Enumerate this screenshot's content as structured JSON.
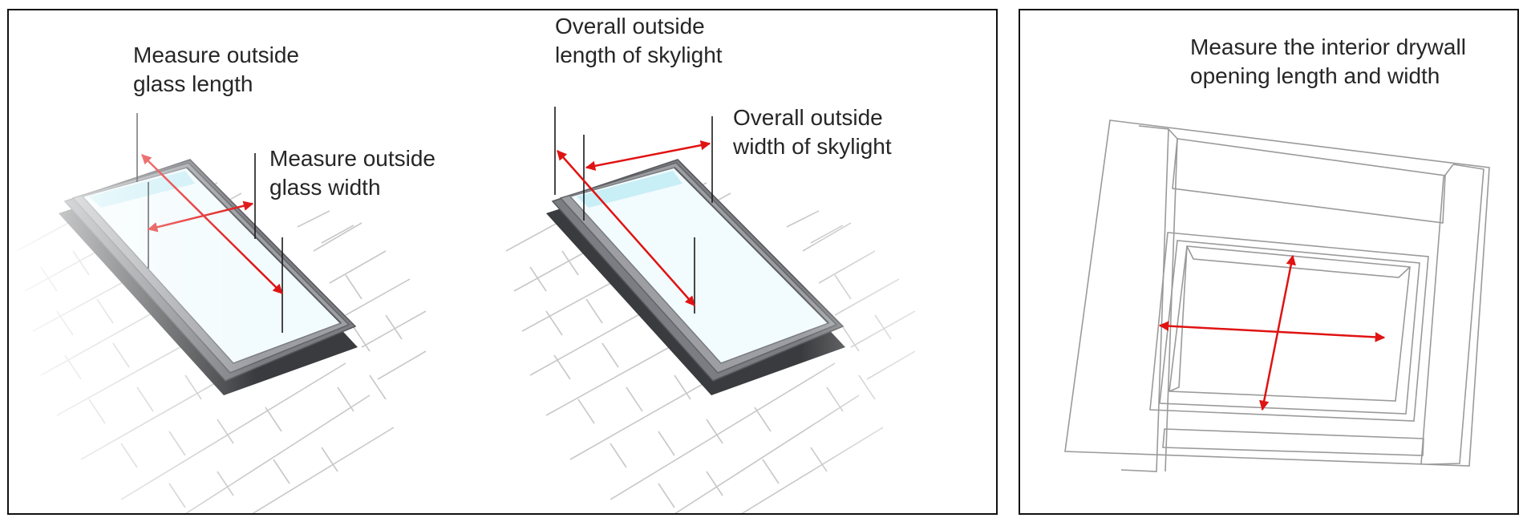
{
  "left_panel": {
    "diagram_1": {
      "label_length": [
        "Measure outside",
        "glass length"
      ],
      "label_width": [
        "Measure outside",
        "glass width"
      ]
    },
    "diagram_2": {
      "label_length": [
        "Overall outside",
        "length of skylight"
      ],
      "label_width": [
        "Overall outside",
        "width of skylight"
      ]
    }
  },
  "right_panel": {
    "label": [
      "Measure the interior drywall",
      "opening length and width"
    ]
  },
  "colors": {
    "arrow": "#e01313",
    "frame": "#3a3b3e",
    "glass": "#c8eef6",
    "line": "#1a1a1a"
  }
}
